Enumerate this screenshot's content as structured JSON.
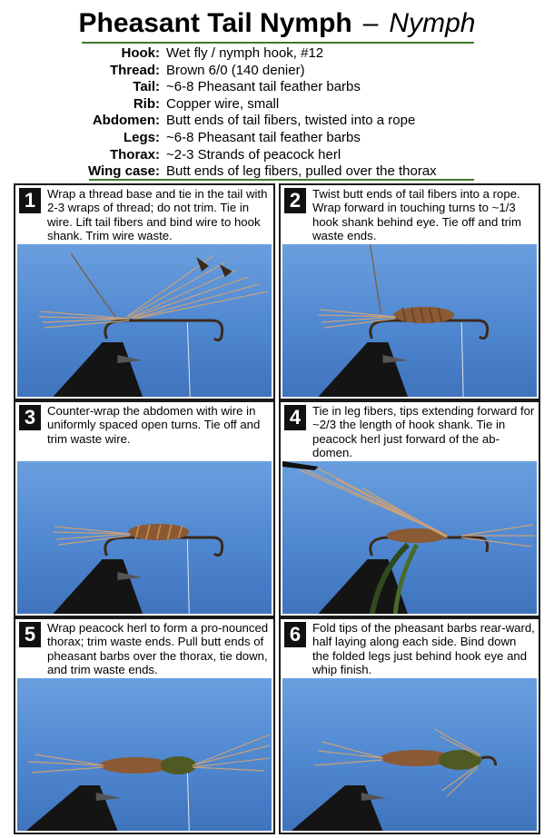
{
  "title": {
    "main": "Pheasant Tail Nymph",
    "dash": "–",
    "sub": "Nymph"
  },
  "recipe": [
    {
      "label": "Hook:",
      "value": "Wet fly / nymph hook, #12"
    },
    {
      "label": "Thread:",
      "value": "Brown 6/0 (140 denier)"
    },
    {
      "label": "Tail:",
      "value": "~6-8 Pheasant tail feather barbs"
    },
    {
      "label": "Rib:",
      "value": "Copper wire, small"
    },
    {
      "label": "Abdomen:",
      "value": "Butt ends of tail fibers, twisted into a rope"
    },
    {
      "label": "Legs:",
      "value": "~6-8 Pheasant tail feather barbs"
    },
    {
      "label": "Thorax:",
      "value": "~2-3 Strands of peacock herl"
    },
    {
      "label": "Wing case:",
      "value": "Butt ends of leg fibers, pulled over the thorax"
    }
  ],
  "steps": [
    {
      "num": "1",
      "text": "Wrap a thread base and tie in the tail with 2-3 wraps of thread; do not trim. Tie in wire. Lift tail fibers and bind wire to hook shank. Trim wire waste."
    },
    {
      "num": "2",
      "text": "Twist butt ends of tail fibers into a rope. Wrap forward in touching turns to ~1/3 hook shank behind eye. Tie off and trim waste ends."
    },
    {
      "num": "3",
      "text": "Counter-wrap the abdomen with wire in uniformly spaced open turns. Tie off and trim waste wire."
    },
    {
      "num": "4",
      "text": "Tie in leg fibers, tips extending forward for ~2/3 the length of hook shank. Tie in peacock herl just forward of the ab-domen."
    },
    {
      "num": "5",
      "text": "Wrap peacock herl to form a pro-nounced thorax; trim waste ends. Pull butt ends of pheasant barbs over the thorax, tie down, and trim waste ends."
    },
    {
      "num": "6",
      "text": "Fold tips of the pheasant barbs rear-ward, half laying along each side. Bind down the folded legs just behind hook eye and whip finish."
    }
  ],
  "colors": {
    "rule": "#3d7a2c",
    "photo_bg": "#4f87d0",
    "vise": "#141414"
  }
}
